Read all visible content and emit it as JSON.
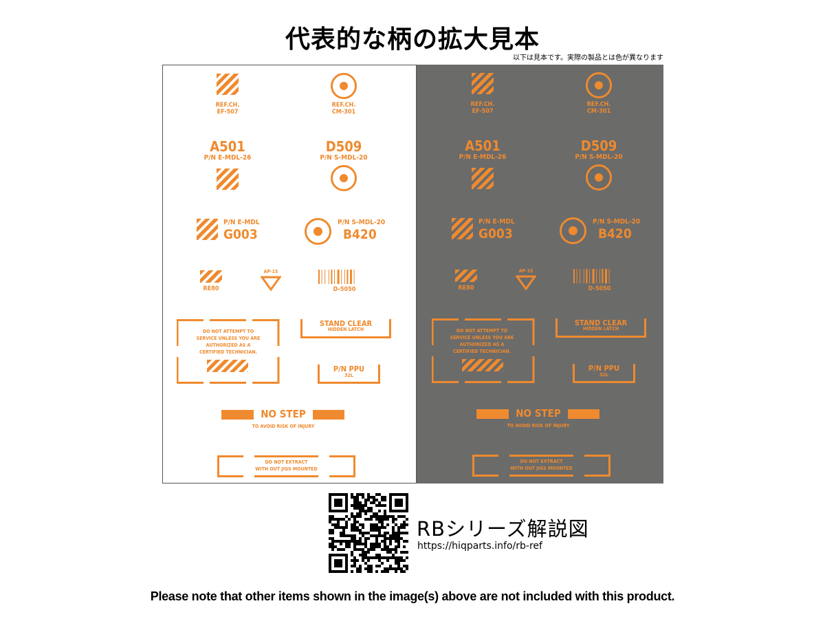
{
  "title": "代表的な柄の拡大見本",
  "note": "以下は見本です。実際の製品とは色が異なります",
  "panels": {
    "ref_ef_1": "REF.CH.",
    "ref_ef_2": "EF-507",
    "ref_cm_1": "REF.CH.",
    "ref_cm_2": "CM-301",
    "a501": "A501",
    "a501_pn": "P/N E-MDL-26",
    "d509": "D509",
    "d509_pn": "P/N S-MDL-20",
    "g003_pn": "P/N E-MDL",
    "g003": "G003",
    "b420_pn": "P/N S-MDL-20",
    "b420": "B420",
    "re80": "RE80",
    "ap15": "AP-15",
    "d5050": "D-5050",
    "warn_lines": [
      "DO NOT ATTEMPT TO",
      "SERVICE UNLESS YOU ARE",
      "AUTHORIZED AS A",
      "CERTIFIED TECHNICIAN."
    ],
    "stand_clear": "STAND CLEAR",
    "hidden_latch": "HIDDEN LATCH",
    "ppu": "P/N PPU",
    "ppu_sub": "32L",
    "no_step": "NO STEP",
    "no_step_sub": "TO AVOID RISK OF INJURY",
    "extract_1": "DO NOT EXTRACT",
    "extract_2": "WITH OUT JIGS MOUNTED"
  },
  "colors": {
    "decal_orange": "#ef8a2e",
    "gray_panel": "#6b6b6a"
  },
  "qr": {
    "title": "RBシリーズ解説図",
    "url": "https://hiqparts.info/rb-ref"
  },
  "footer": "Please note that other items shown in the image(s) above are not included with this product."
}
